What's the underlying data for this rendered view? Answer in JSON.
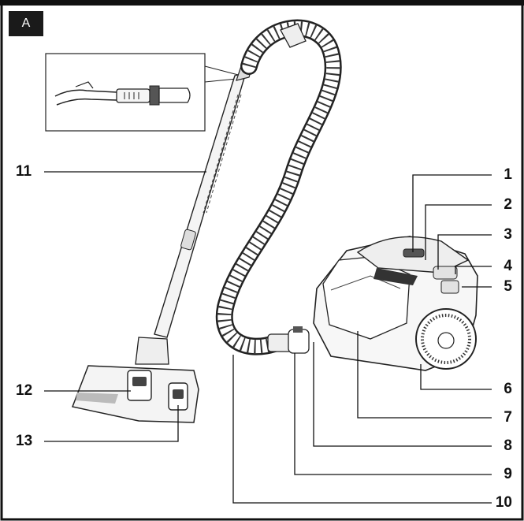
{
  "figure_tag": "A",
  "callouts": {
    "c1": "1",
    "c2": "2",
    "c3": "3",
    "c4": "4",
    "c5": "5",
    "c6": "6",
    "c7": "7",
    "c8": "8",
    "c9": "9",
    "c10": "10",
    "c11": "11",
    "c12": "12",
    "c13": "13"
  }
}
